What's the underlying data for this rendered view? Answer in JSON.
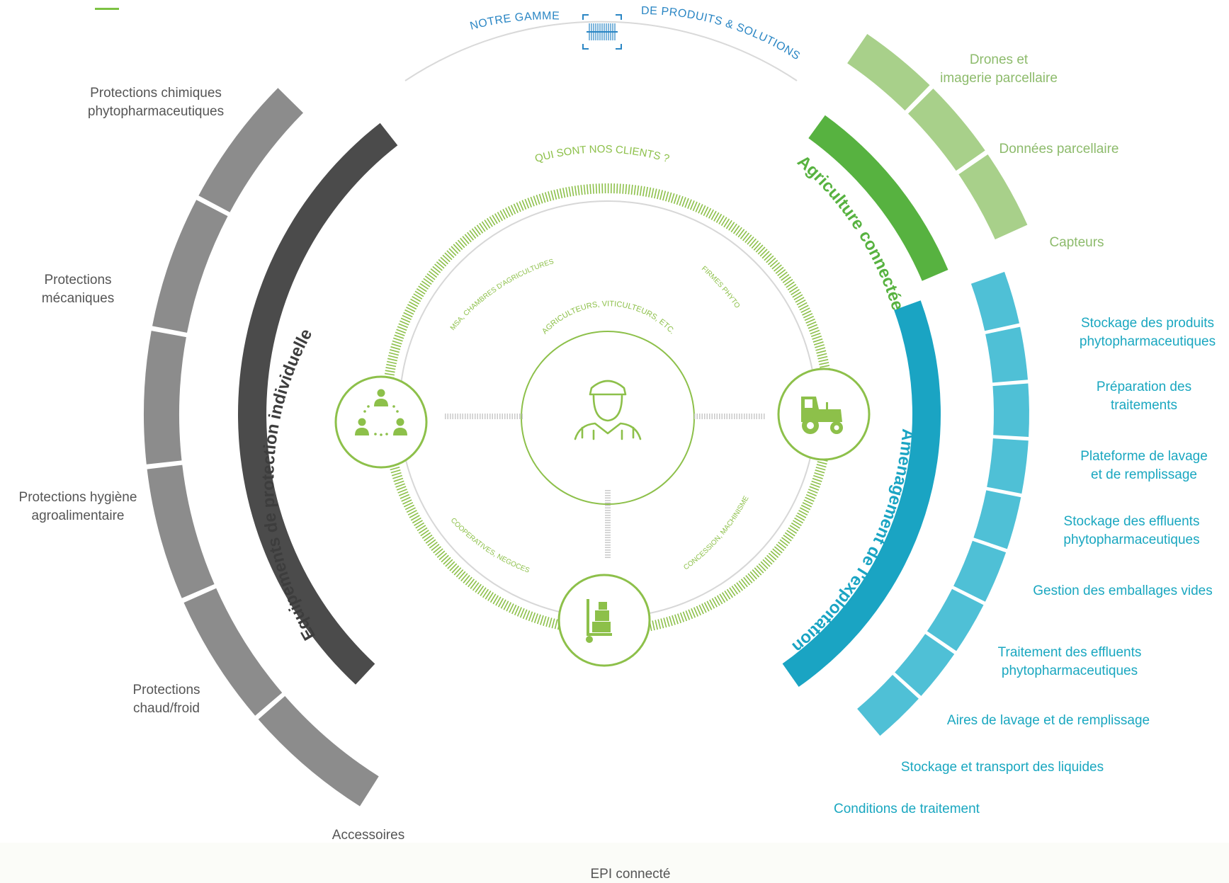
{
  "colors": {
    "epi_band": "#4b4b4b",
    "epi_segments": "#8c8c8c",
    "agri_band": "#57b240",
    "agri_segments": "#a8d08a",
    "amenagement_band": "#1aa4c3",
    "amenagement_segments": "#4fc0d6",
    "inner_green": "#8dc04a",
    "title_blue": "#2a86c4"
  },
  "header": {
    "title_left": "NOTRE GAMME",
    "title_right": "DE PRODUITS & SOLUTIONS",
    "icon": "barcode-scan-icon"
  },
  "center": {
    "question": "QUI SONT NOS CLIENTS ?",
    "core_label": "AGRICULTEURS, VITICULTEURS, ETC.",
    "core_icon": "farmer-icon",
    "segments": {
      "top_left": "MSA, CHAMBRES D'AGRICULTURES",
      "top_right": "FIRMES PHYTO",
      "bottom_left": "COOPERATIVES, NEGOCES",
      "bottom_right": "CONCESSION, MACHINISME"
    },
    "node_icons": [
      "network-people-icon",
      "tractor-icon",
      "hand-truck-icon"
    ]
  },
  "categories": {
    "epi": "Equipements de protection individuelle",
    "agriculture": "Agriculture connectée",
    "amenagement": "Aménagement de l'exploitation"
  },
  "epi_items": [
    "Protections chimiques\nphytopharmaceutiques",
    "Protections\nmécaniques",
    "Protections hygiène\nagroalimentaire",
    "Protections\nchaud/froid",
    "Accessoires",
    "EPI connecté"
  ],
  "agri_items": [
    "Drones et\nimagerie parcellaire",
    "Données parcellaire",
    "Capteurs"
  ],
  "amenagement_items": [
    "Stockage des produits\nphytopharmaceutiques",
    "Préparation des\ntraitements",
    "Plateforme de lavage\net de remplissage",
    "Stockage des effluents\nphytopharmaceutiques",
    "Gestion des emballages vides",
    "Traitement des effluents\nphytopharmaceutiques",
    "Aires de lavage et de remplissage",
    "Stockage et transport des liquides",
    "Conditions de traitement"
  ]
}
